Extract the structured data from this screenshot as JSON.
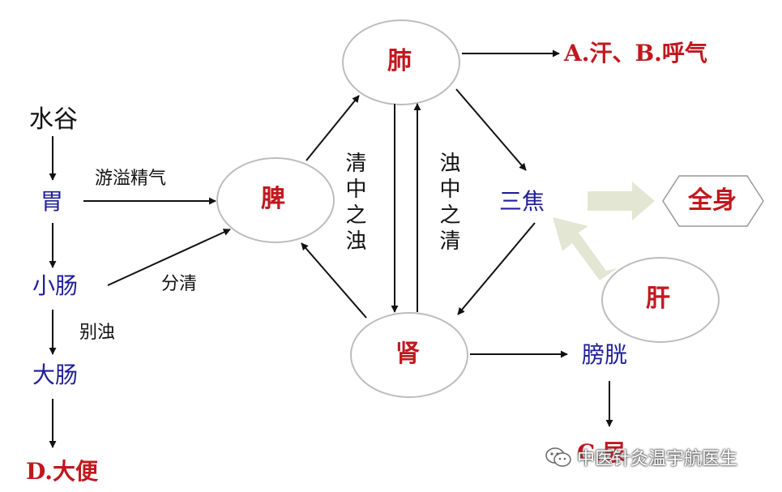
{
  "nodes": {
    "water_grain": "水谷",
    "stomach": "胃",
    "small_intestine": "小肠",
    "large_intestine": "大肠",
    "spleen": "脾",
    "lung": "肺",
    "kidney": "肾",
    "san_jiao": "三焦",
    "whole_body": "全身",
    "liver": "肝",
    "bladder": "膀胱"
  },
  "outputs": {
    "sweat_breath": "A.汗、B.呼气",
    "stool": "D.大便",
    "urine": "C.尿"
  },
  "labels": {
    "essence_overflow": "游溢精气",
    "separate_clear": "分清",
    "separate_turbid": "别浊",
    "turbid_in_clear": "清中之浊",
    "clear_in_turbid": "浊中之清"
  },
  "watermark": "中医针灸温宇航医生",
  "colors": {
    "organ_red": "#c0181e",
    "node_blue": "#1f1f9a",
    "arrow_black": "#111111",
    "faded_arrow": "#e4e6d4"
  }
}
